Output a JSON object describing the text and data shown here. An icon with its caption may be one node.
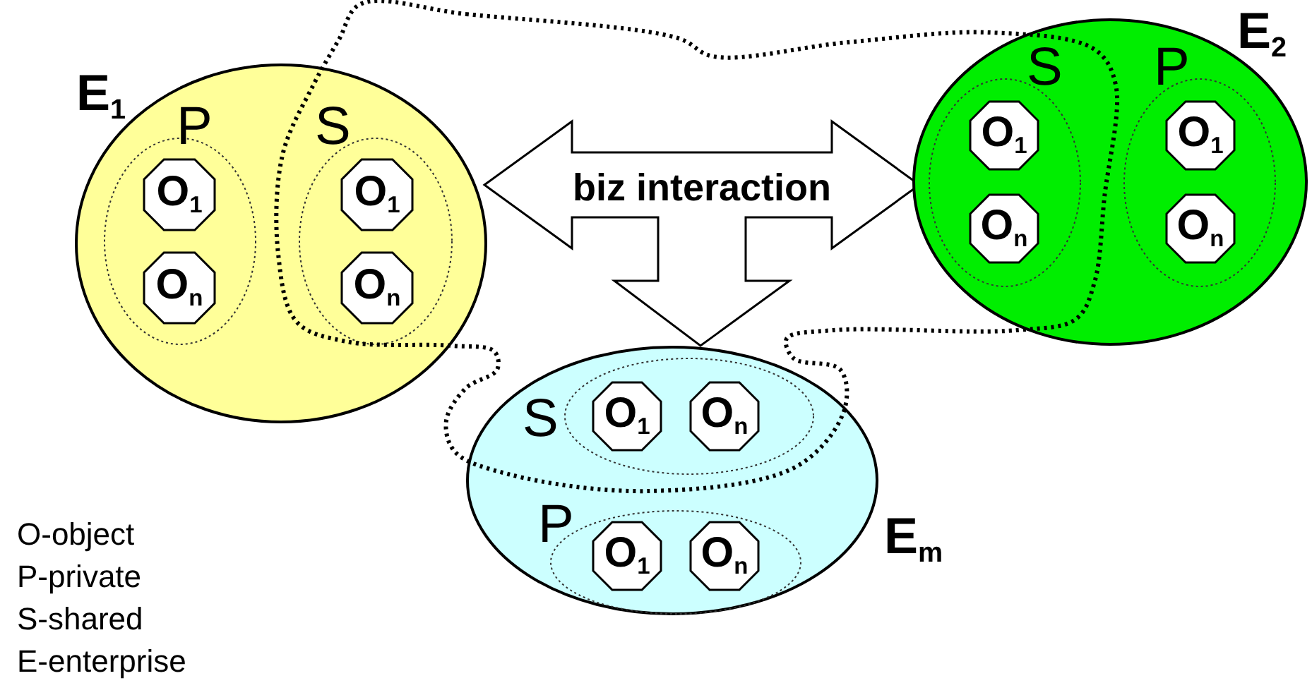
{
  "diagram": {
    "nodes": [
      {
        "text": [
          "E$_{1}$"
        ]
      },
      {
        "text": [
          "P"
        ],
        "in": 0
      },
      {
        "text": [
          "O$_{1}$"
        ],
        "in": 1
      },
      {
        "text": [
          "O$_{n}$"
        ],
        "in": 1
      },
      {
        "text": [
          "S"
        ],
        "in": 0
      },
      {
        "text": [
          "O$_{1}$"
        ],
        "in": 4
      },
      {
        "text": [
          "O$_{n}$"
        ],
        "in": 4
      },
      {
        "text": [
          "biz interaction"
        ]
      },
      {
        "text": [
          "E$_{2}$"
        ]
      },
      {
        "text": [
          "S"
        ],
        "in": 8
      },
      {
        "text": [
          "O$_{1}$"
        ],
        "in": 9
      },
      {
        "text": [
          "O$_{n}$"
        ],
        "in": 9
      },
      {
        "text": [
          "P"
        ],
        "in": 8
      },
      {
        "text": [
          "O$_{1}$"
        ],
        "in": 12
      },
      {
        "text": [
          "O$_{n}$"
        ],
        "in": 12
      },
      {
        "text": [
          "E$_{m}$"
        ]
      },
      {
        "text": [
          "S"
        ],
        "in": 15
      },
      {
        "text": [
          "O$_{1}$"
        ],
        "in": 16
      },
      {
        "text": [
          "O$_{n}$"
        ],
        "in": 16
      },
      {
        "text": [
          "P"
        ],
        "in": 15
      },
      {
        "text": [
          "O$_{1}$"
        ],
        "in": 19
      },
      {
        "text": [
          "O$_{n}$"
        ],
        "in": 19
      }
    ],
    "labels": [
      "O-object",
      "P-private",
      "S-shared",
      "E-enterprise"
    ]
  }
}
